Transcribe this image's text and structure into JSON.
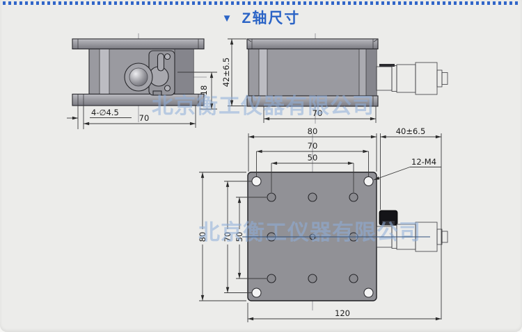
{
  "header": {
    "marker": "▼",
    "title": "Z轴尺寸"
  },
  "watermark": {
    "text": "北京衡工仪器有限公司",
    "color": "#8fafdb"
  },
  "colors": {
    "accent_blue": "#2b64c6",
    "background": "#ececea",
    "plate_gray": "#919196",
    "body_gray": "#9a9aa0",
    "outline": "#26262a",
    "centerline_navy": "#31517c"
  },
  "views": {
    "front": {
      "dims": {
        "travel": "18",
        "holes": "4-∅4.5",
        "width": "70"
      }
    },
    "side": {
      "dims": {
        "height": "42±6.5",
        "width": "70"
      }
    },
    "top": {
      "dims": {
        "plate_width": "80",
        "hole_span_width": "70",
        "grid_span_width": "50",
        "micrometer_length": "40±6.5",
        "thread": "12-M4",
        "plate_height": "80",
        "hole_span_height": "70",
        "grid_span_height": "50",
        "overall_length": "120"
      }
    }
  }
}
